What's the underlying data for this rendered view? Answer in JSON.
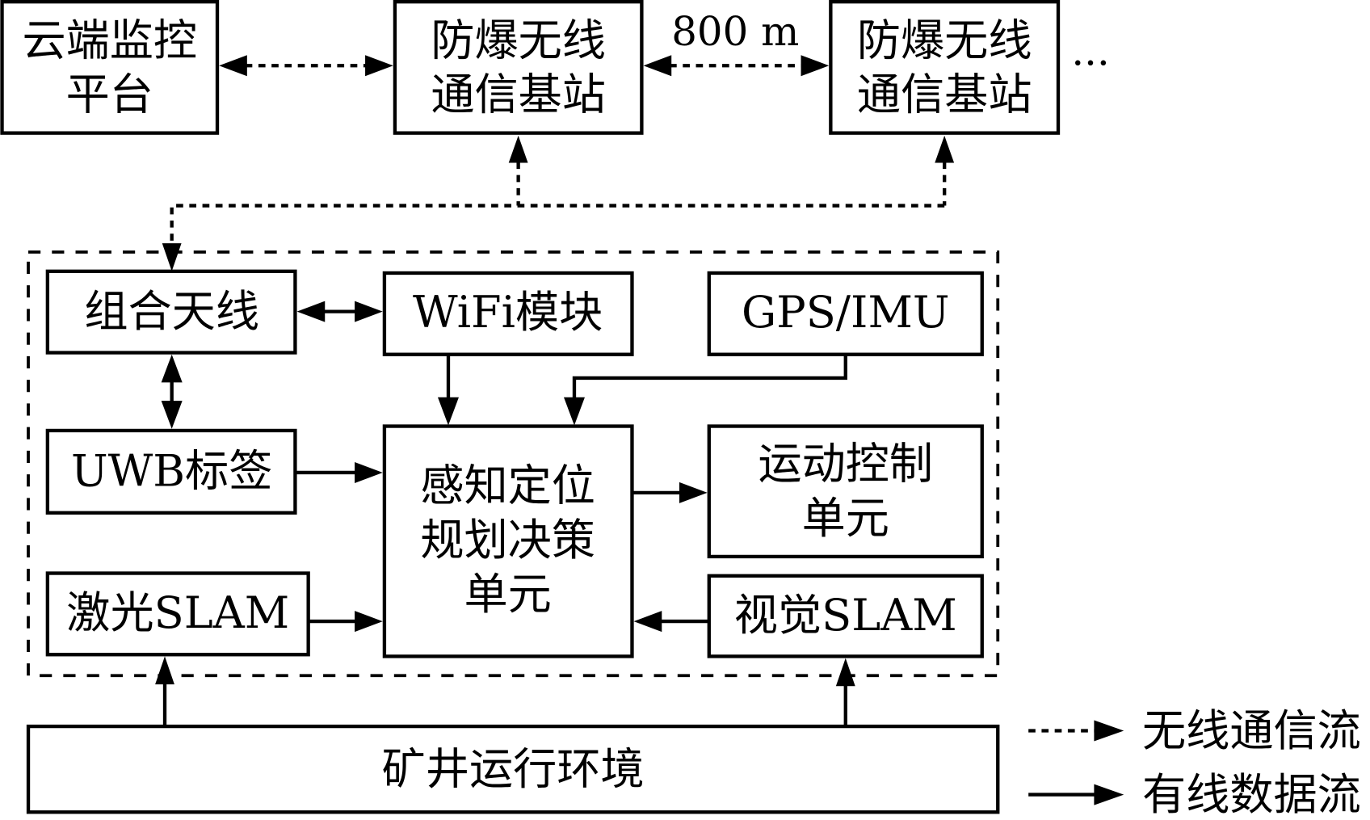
{
  "colors": {
    "stroke": "#000000",
    "background": "#ffffff"
  },
  "top_row": {
    "cloud_platform": [
      "云端监控",
      "平台"
    ],
    "base_station_1": [
      "防爆无线",
      "通信基站"
    ],
    "base_station_2": [
      "防爆无线",
      "通信基站"
    ],
    "distance_label": "800 m",
    "continuation": "···"
  },
  "robot_modules": {
    "combined_antenna": "组合天线",
    "wifi_module": "WiFi模块",
    "gps_imu": "GPS/IMU",
    "uwb_tag": "UWB标签",
    "decision_unit": [
      "感知定位",
      "规划决策",
      "单元"
    ],
    "motion_control": [
      "运动控制",
      "单元"
    ],
    "laser_slam": "激光SLAM",
    "visual_slam": "视觉SLAM"
  },
  "environment": "矿井运行环境",
  "legend": {
    "wireless": "无线通信流",
    "wired": "有线数据流"
  }
}
